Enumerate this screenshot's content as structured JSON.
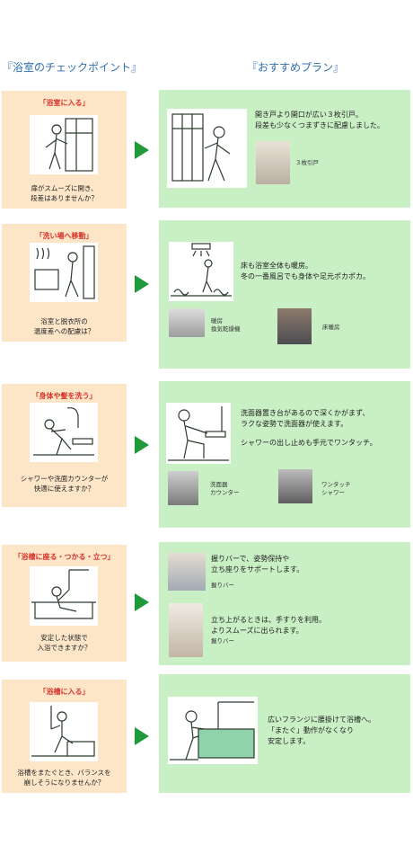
{
  "headers": {
    "left": "『浴室のチェックポイント』",
    "right": "『おすすめプラン』"
  },
  "rows": [
    {
      "check_title": "「浴室に入る」",
      "check_lines": [
        "扉がスムーズに開き、",
        "段差はありませんか？"
      ],
      "plan_lines": [
        "開き戸より開口が広い３枚引戸。",
        "段差も少なくつまずきに配慮しました。"
      ],
      "captions": [
        "３枚引戸"
      ]
    },
    {
      "check_title": "「洗い場へ移動」",
      "check_lines": [
        "浴室と脱衣所の",
        "温度差への配慮は？"
      ],
      "plan_lines": [
        "床も浴室全体も暖房。",
        "冬の一番風呂でも身体や足元ポカポカ。"
      ],
      "captions": [
        [
          "暖房",
          "換気乾燥機"
        ],
        [
          "床暖房"
        ]
      ]
    },
    {
      "check_title": "「身体や髪を洗う」",
      "check_lines": [
        "シャワーや洗面カウンターが",
        "快適に使えますか？"
      ],
      "plan_lines": [
        "洗面器置き台があるので深くかがまず、",
        "ラクな姿勢で洗面器が使えます。",
        "シャワーの出し止めも手元でワンタッチ。"
      ],
      "captions": [
        [
          "洗面器",
          "カウンター"
        ],
        [
          "ワンタッチ",
          "シャワー"
        ]
      ]
    },
    {
      "check_title": "「浴槽に座る・つかる・立つ」",
      "check_lines": [
        "安定した状態で",
        "入浴できますか？"
      ],
      "plan_lines": [
        "握りバーで、姿勢保持や",
        "立ち座りをサポートします。",
        "立ち上がるときは、手すりを利用。",
        "よりスムーズに出られます。"
      ],
      "captions": [
        "握りバー",
        "握りバー"
      ]
    },
    {
      "check_title": "「浴槽に入る」",
      "check_lines": [
        "浴槽をまたぐとき、バランスを",
        "崩しそうになりませんか？"
      ],
      "plan_lines": [
        "広いフランジに腰掛けて浴槽へ。",
        "「またぐ」動作がなくなり",
        "安定します。"
      ],
      "captions": []
    }
  ],
  "colors": {
    "check_bg": "#fde6c8",
    "plan_bg": "#c9efc5",
    "arrow": "#1f9a3a",
    "check_title": "#d8332a",
    "header": "#2f6fb0"
  }
}
